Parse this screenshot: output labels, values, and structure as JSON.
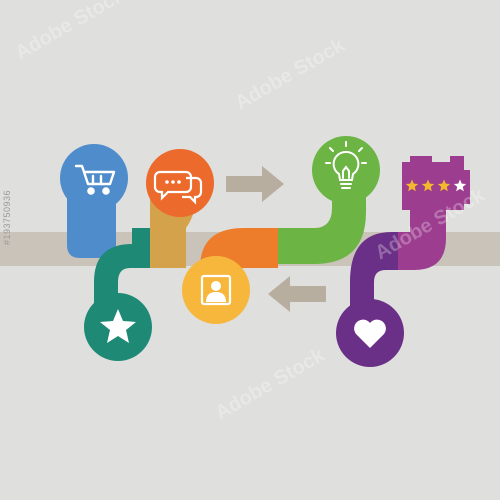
{
  "watermark": {
    "id_text": "#193750936",
    "brand": "Adobe Stock"
  },
  "nodes": [
    {
      "key": "cart",
      "icon": "shopping-cart-icon",
      "color": "#4f8ccb"
    },
    {
      "key": "chat",
      "icon": "chat-bubbles-icon",
      "color": "#ec6a2c"
    },
    {
      "key": "idea",
      "icon": "lightbulb-icon",
      "color": "#6cb545"
    },
    {
      "key": "rating",
      "icon": "rating-stars-icon",
      "color": "#9c3d8f",
      "stars_filled": 3,
      "stars_total": 4
    },
    {
      "key": "favorite",
      "icon": "star-icon",
      "color": "#1e8a75"
    },
    {
      "key": "user",
      "icon": "user-icon",
      "color": "#f6b73c"
    },
    {
      "key": "love",
      "icon": "heart-icon",
      "color": "#6a2f86"
    }
  ],
  "colors": {
    "band": "#c9c3b9",
    "arrow": "#b8ae9f",
    "cart_blue": "#4f8ccb",
    "chat_orange": "#ec6a2c",
    "mustard": "#d4a24a",
    "teal": "#1e8a75",
    "yellow": "#f6b73c",
    "orange2": "#ee7d2b",
    "green": "#6cb545",
    "magenta": "#9c3d8f",
    "purple": "#6a2f86",
    "rating_gold": "#f4b92c"
  }
}
